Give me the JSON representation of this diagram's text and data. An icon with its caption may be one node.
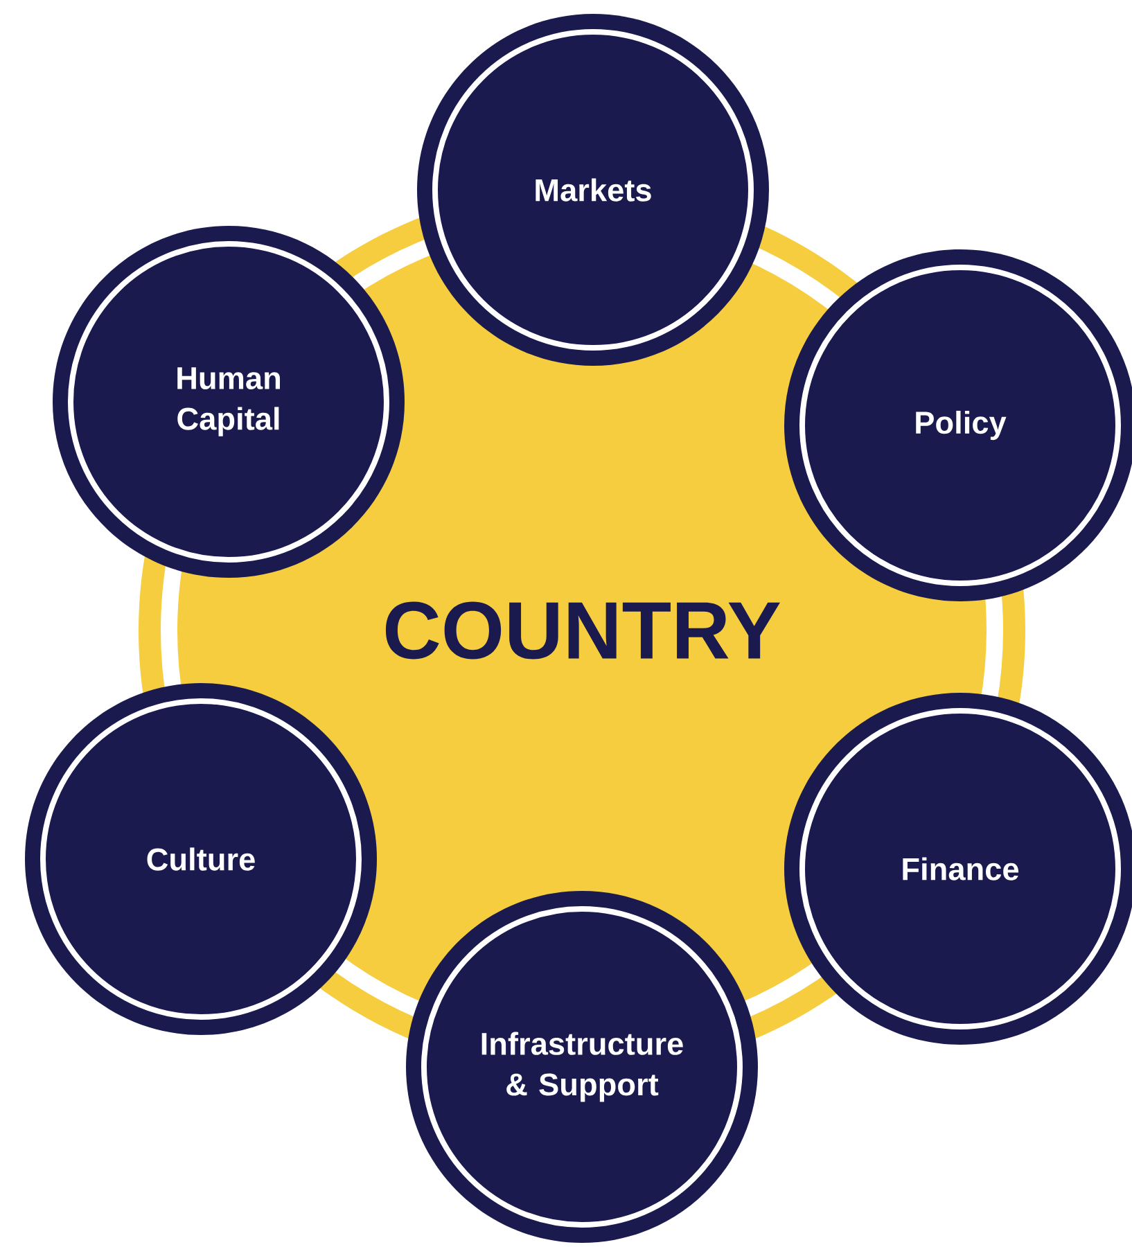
{
  "diagram": {
    "nodes": [
      {
        "text": [
          "COUNTRY"
        ]
      },
      {
        "text": [
          "Markets"
        ]
      },
      {
        "text": [
          "Policy"
        ]
      },
      {
        "text": [
          "Finance"
        ]
      },
      {
        "text": [
          "Infrastructure & Support"
        ]
      },
      {
        "text": [
          "Culture"
        ]
      },
      {
        "text": [
          "Human Capital"
        ]
      }
    ]
  }
}
